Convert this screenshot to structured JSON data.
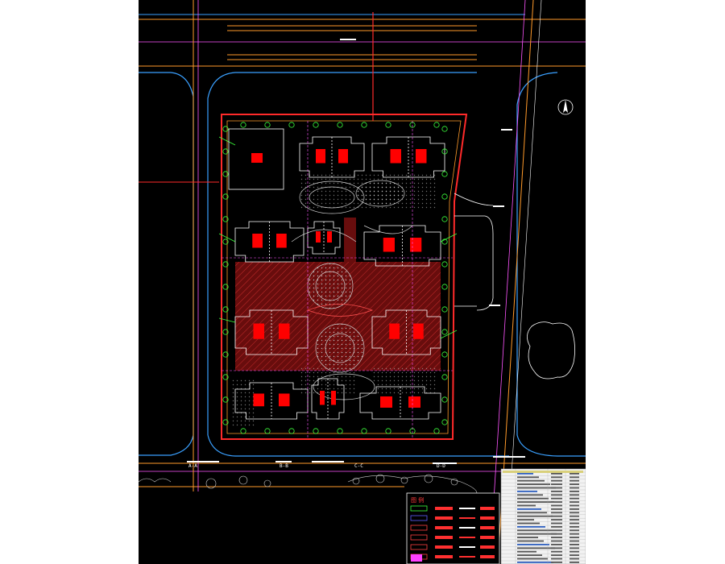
{
  "drawing": {
    "north_symbol": "N",
    "legend_title": "图 例",
    "axis_marks": [
      "A-A",
      "B-B",
      "C-C",
      "D-D"
    ]
  },
  "colors": {
    "background": "#000000",
    "site_boundary": "#ff2a2a",
    "road_edge": "#ff9a2a",
    "water_edge": "#3aa0ff",
    "axis_line": "#ff55ff",
    "building_line": "#ffffff",
    "landscape": "#cfcfcf",
    "fill_red": "#8a1010"
  },
  "icons": {
    "north_arrow": "north-arrow-icon"
  }
}
